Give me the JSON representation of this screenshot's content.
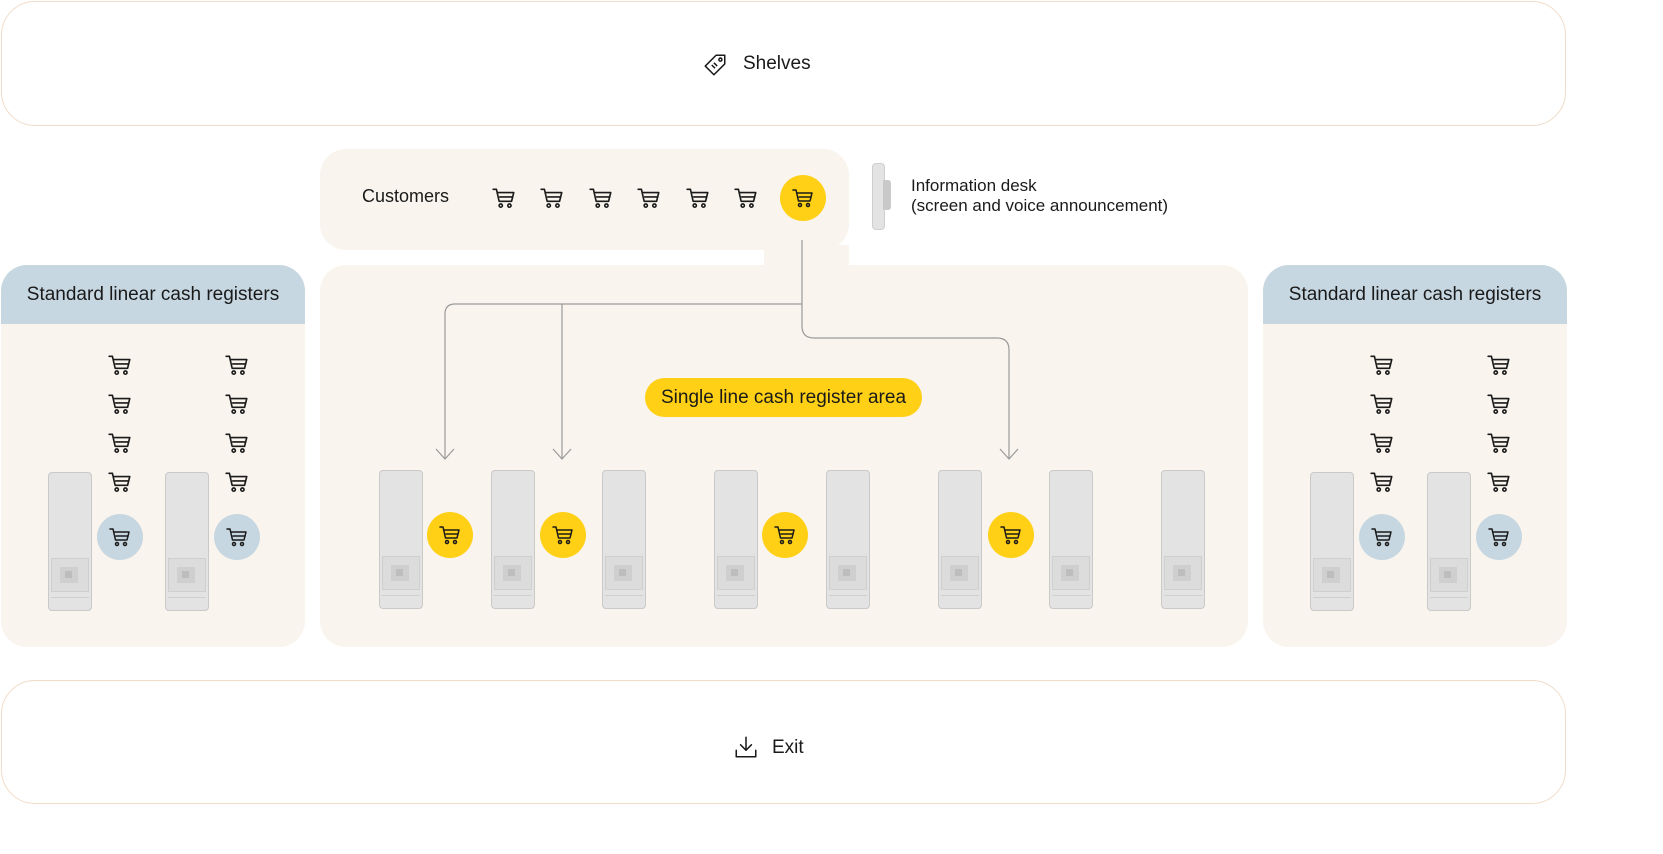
{
  "shelves": {
    "label": "Shelves",
    "icon": "price-tag-icon"
  },
  "customers": {
    "label": "Customers",
    "queue_icon": "shopping-cart-icon",
    "queued_count": 6
  },
  "info_desk": {
    "line1": "Information desk",
    "line2": "(screen and voice announcement)"
  },
  "single_line_area": {
    "label": "Single line cash register area",
    "register_count": 8,
    "occupied_registers": 4
  },
  "left_registers": {
    "title": "Standard linear cash registers",
    "register_count": 2,
    "carts_waiting_per_register": 4
  },
  "right_registers": {
    "title": "Standard linear cash registers",
    "register_count": 2,
    "carts_waiting_per_register": 4
  },
  "exit": {
    "label": "Exit",
    "icon": "download-exit-icon"
  },
  "colors": {
    "accent_yellow": "#ffd015",
    "standard_blue": "#c7d7e1",
    "panel_beige": "#f9f4ee",
    "zone_border": "#f1dcc9"
  }
}
